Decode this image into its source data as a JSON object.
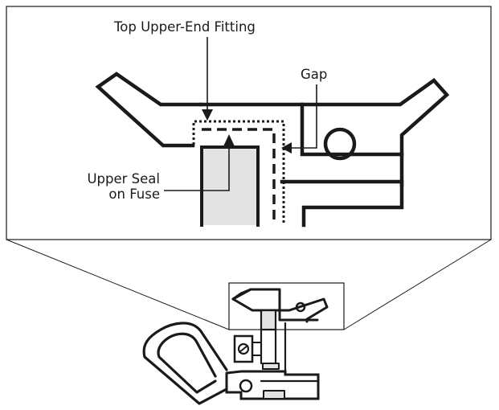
{
  "labels": {
    "top_fitting": "Top Upper-End Fitting",
    "gap": "Gap",
    "upper_seal_line1": "Upper Seal",
    "upper_seal_line2": "on Fuse"
  },
  "colors": {
    "stroke": "#1a1a1a",
    "fuse_fill": "#e3e3e3",
    "background": "#ffffff"
  }
}
